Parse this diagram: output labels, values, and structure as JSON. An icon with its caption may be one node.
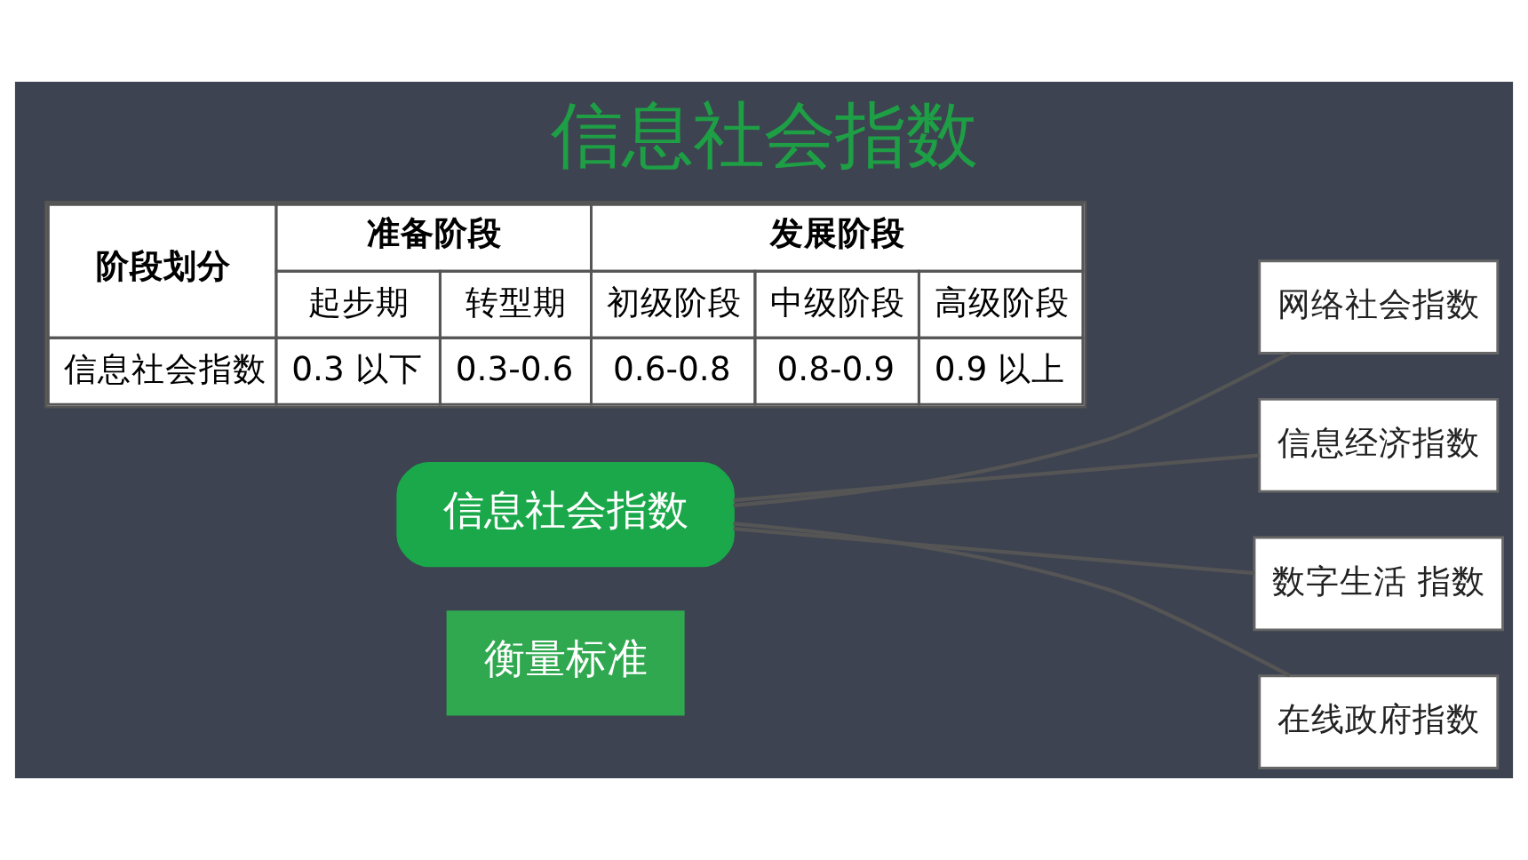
{
  "diagram": {
    "title": "信息社会指数",
    "nodes": [
      {
        "text": [
          "衡量标准"
        ]
      },
      {
        "text": [
          "信息社会指数"
        ]
      },
      {
        "text": [
          "网络社会指数"
        ]
      },
      {
        "text": [
          "信息经济指数"
        ]
      },
      {
        "text": [
          "数字生活 指数"
        ]
      },
      {
        "text": [
          "在线政府指数"
        ]
      }
    ],
    "edges": [
      {
        "from": 1,
        "to": 2,
        "arrow": "none"
      },
      {
        "from": 1,
        "to": 3,
        "arrow": "none"
      },
      {
        "from": 1,
        "to": 4,
        "arrow": "none"
      },
      {
        "from": 1,
        "to": 5,
        "arrow": "none"
      }
    ],
    "labels": [
      "阶段划分",
      "准备阶段",
      "发展阶段",
      "起步期",
      "转型期",
      "初级阶段",
      "中级阶段",
      "高级阶段",
      "信息社会指数",
      "0.3 以下",
      "0.3-0.6",
      "0.6-0.8",
      "0.8-0.9",
      "0.9 以上"
    ]
  }
}
